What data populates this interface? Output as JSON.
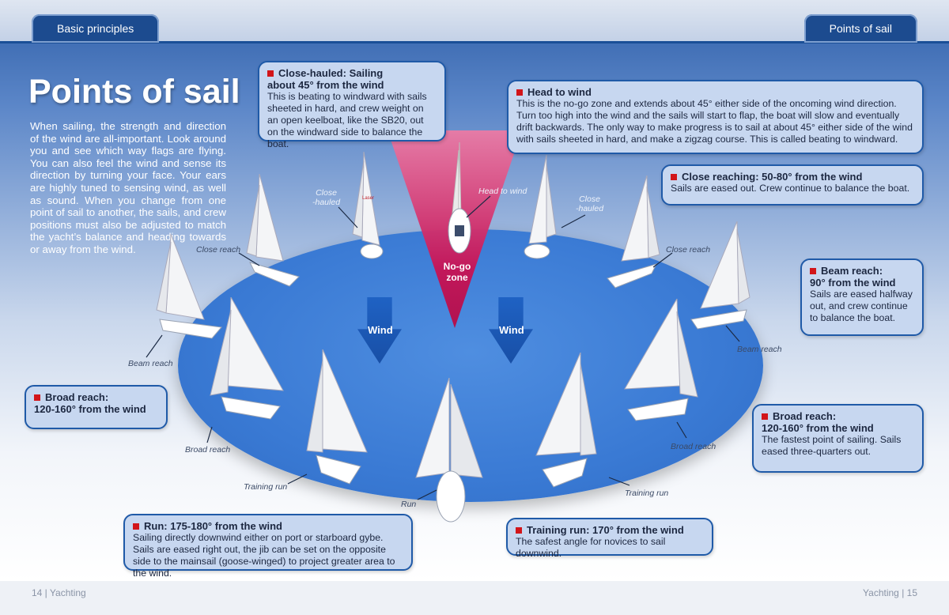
{
  "header": {
    "left_tab": "Basic principles",
    "right_tab": "Points of sail"
  },
  "title": "Points of sail",
  "intro": "When sailing, the strength and direction of the wind are all-important. Look around you and see which way flags are flying. You can also feel the wind and sense its direction by turning your face. Your ears are highly tuned to sensing wind, as well as sound. When you change from one point of sail to another, the sails, and crew positions must also be adjusted to match the yacht’s balance and heading towards or away from the wind.",
  "diagram": {
    "no_go_label_1": "No-go",
    "no_go_label_2": "zone",
    "wind_left": "Wind",
    "wind_right": "Wind",
    "sail_mark": "Laser",
    "labels": {
      "head_to_wind": "Head to wind",
      "close_hauled_left_1": "Close",
      "close_hauled_left_2": "-hauled",
      "close_hauled_right_1": "Close",
      "close_hauled_right_2": "-hauled",
      "close_reach_left": "Close reach",
      "close_reach_right": "Close reach",
      "beam_reach_left": "Beam reach",
      "beam_reach_right": "Beam reach",
      "broad_reach_left": "Broad reach",
      "broad_reach_right": "Broad reach",
      "training_run_left": "Training run",
      "training_run_right": "Training run",
      "run": "Run"
    }
  },
  "callouts": {
    "close_hauled": {
      "title_1": "Close-hauled: Sailing",
      "title_2": "about 45° from the wind",
      "body": "This is beating to windward with sails sheeted in hard, and crew weight on an open keelboat, like the SB20, out on the windward side to balance the boat."
    },
    "head_to_wind": {
      "title": "Head to wind",
      "body": "This is the no-go zone and extends about 45° either side of the oncoming wind direction. Turn too high into the wind and the sails will start to flap, the boat will slow and eventually drift backwards. The only way to make progress is to sail at about 45° either side of the wind with sails sheeted in hard, and make a zigzag course. This is called beating to windward."
    },
    "close_reaching": {
      "title": "Close reaching: 50-80° from the wind",
      "body": "Sails are eased out. Crew continue to balance the boat."
    },
    "beam_reach": {
      "title_1": "Beam reach:",
      "title_2": "90° from the wind",
      "body": "Sails are eased halfway out, and crew continue to balance the boat."
    },
    "broad_reach_right": {
      "title_1": "Broad reach:",
      "title_2": "120-160° from the wind",
      "body": "The fastest point of sailing. Sails eased three-quarters out."
    },
    "broad_reach_left": {
      "title_1": "Broad reach:",
      "title_2": "120-160° from the wind"
    },
    "run": {
      "title": "Run: 175-180° from the wind",
      "body": "Sailing directly downwind either on port or starboard gybe.  Sails are eased right out, the jib can be set on the opposite side to the mainsail (goose-winged) to project greater area to the wind."
    },
    "training_run": {
      "title": "Training run: 170° from the wind",
      "body": "The safest angle for novices to sail downwind."
    }
  },
  "footer": {
    "left": "14 | Yachting",
    "right": "Yachting | 15"
  },
  "colors": {
    "tab": "#1c4b8f",
    "callout_bg": "#c7d7f0",
    "callout_border": "#1f5aa8",
    "bullet": "#d2151a",
    "no_go": "#c2185b",
    "wind_arrow": "#1f62c4",
    "water": "#3a7ad4"
  }
}
